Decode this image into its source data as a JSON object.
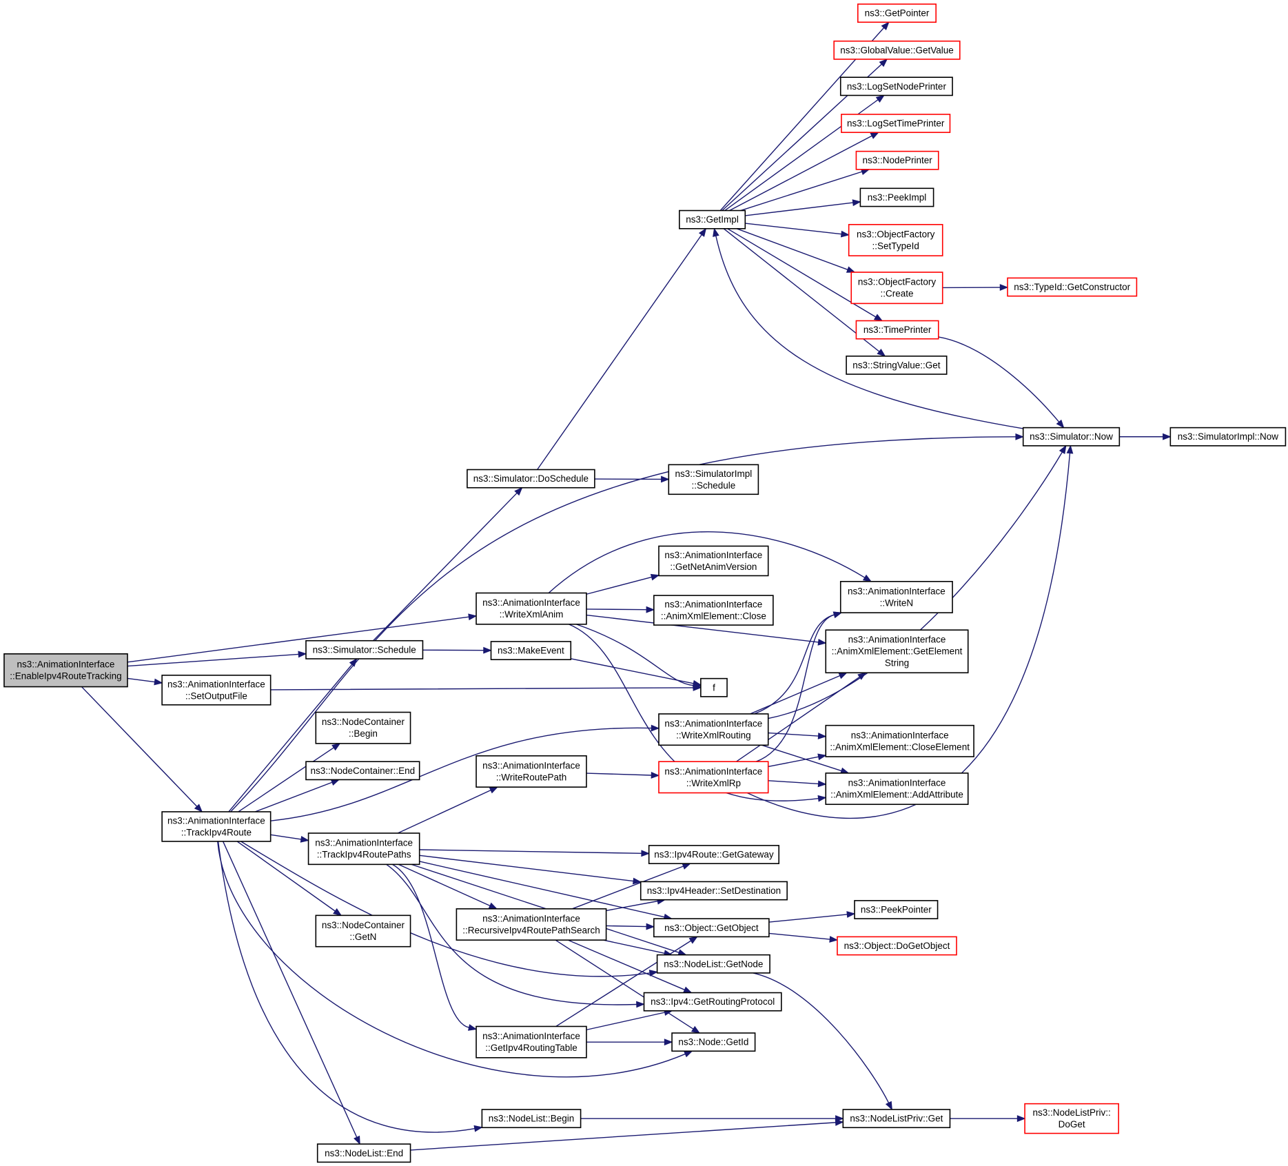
{
  "colors": {
    "edge": "#191970",
    "border_normal": "#000000",
    "border_truncated": "#ff0000",
    "root_fill": "#bfbfbf",
    "node_fill": "#ffffff"
  },
  "nodes": [
    {
      "id": "root",
      "lines": [
        "ns3::AnimationInterface",
        "::EnableIpv4RouteTracking"
      ],
      "style": "root"
    },
    {
      "id": "setOutputFile",
      "lines": [
        "ns3::AnimationInterface",
        "::SetOutputFile"
      ],
      "style": "normal"
    },
    {
      "id": "trackIpv4Route",
      "lines": [
        "ns3::AnimationInterface",
        "::TrackIpv4Route"
      ],
      "style": "normal"
    },
    {
      "id": "simSchedule",
      "lines": [
        "ns3::Simulator::Schedule"
      ],
      "style": "normal"
    },
    {
      "id": "writeXmlAnim",
      "lines": [
        "ns3::AnimationInterface",
        "::WriteXmlAnim"
      ],
      "style": "normal"
    },
    {
      "id": "doSchedule",
      "lines": [
        "ns3::Simulator::DoSchedule"
      ],
      "style": "normal"
    },
    {
      "id": "simImplSchedule",
      "lines": [
        "ns3::SimulatorImpl",
        "::Schedule"
      ],
      "style": "normal"
    },
    {
      "id": "getImpl",
      "lines": [
        "ns3::GetImpl"
      ],
      "style": "normal"
    },
    {
      "id": "getPointer",
      "lines": [
        "ns3::GetPointer"
      ],
      "style": "truncated"
    },
    {
      "id": "gvGetValue",
      "lines": [
        "ns3::GlobalValue::GetValue"
      ],
      "style": "truncated"
    },
    {
      "id": "logSetNodePrinter",
      "lines": [
        "ns3::LogSetNodePrinter"
      ],
      "style": "normal"
    },
    {
      "id": "logSetTimePrinter",
      "lines": [
        "ns3::LogSetTimePrinter"
      ],
      "style": "truncated"
    },
    {
      "id": "nodePrinter",
      "lines": [
        "ns3::NodePrinter"
      ],
      "style": "truncated"
    },
    {
      "id": "peekImpl",
      "lines": [
        "ns3::PeekImpl"
      ],
      "style": "normal"
    },
    {
      "id": "ofSetTypeId",
      "lines": [
        "ns3::ObjectFactory",
        "::SetTypeId"
      ],
      "style": "truncated"
    },
    {
      "id": "ofCreate",
      "lines": [
        "ns3::ObjectFactory",
        "::Create"
      ],
      "style": "truncated"
    },
    {
      "id": "typeIdGetCtor",
      "lines": [
        "ns3::TypeId::GetConstructor"
      ],
      "style": "truncated"
    },
    {
      "id": "timePrinter",
      "lines": [
        "ns3::TimePrinter"
      ],
      "style": "truncated"
    },
    {
      "id": "stringValueGet",
      "lines": [
        "ns3::StringValue::Get"
      ],
      "style": "normal"
    },
    {
      "id": "simNow",
      "lines": [
        "ns3::Simulator::Now"
      ],
      "style": "normal"
    },
    {
      "id": "simImplNow",
      "lines": [
        "ns3::SimulatorImpl::Now"
      ],
      "style": "normal"
    },
    {
      "id": "getNetAnimVersion",
      "lines": [
        "ns3::AnimationInterface",
        "::GetNetAnimVersion"
      ],
      "style": "normal"
    },
    {
      "id": "axeClose",
      "lines": [
        "ns3::AnimationInterface",
        "::AnimXmlElement::Close"
      ],
      "style": "normal"
    },
    {
      "id": "writeN",
      "lines": [
        "ns3::AnimationInterface",
        "::WriteN"
      ],
      "style": "normal"
    },
    {
      "id": "axeGetElementString",
      "lines": [
        "ns3::AnimationInterface",
        "::AnimXmlElement::GetElement",
        "String"
      ],
      "style": "normal"
    },
    {
      "id": "makeEvent",
      "lines": [
        "ns3::MakeEvent"
      ],
      "style": "normal"
    },
    {
      "id": "f",
      "lines": [
        "f"
      ],
      "style": "normal"
    },
    {
      "id": "ncBegin",
      "lines": [
        "ns3::NodeContainer",
        "::Begin"
      ],
      "style": "normal"
    },
    {
      "id": "ncEnd",
      "lines": [
        "ns3::NodeContainer::End"
      ],
      "style": "normal"
    },
    {
      "id": "writeXmlRouting",
      "lines": [
        "ns3::AnimationInterface",
        "::WriteXmlRouting"
      ],
      "style": "normal"
    },
    {
      "id": "axeCloseElement",
      "lines": [
        "ns3::AnimationInterface",
        "::AnimXmlElement::CloseElement"
      ],
      "style": "normal"
    },
    {
      "id": "writeRoutePath",
      "lines": [
        "ns3::AnimationInterface",
        "::WriteRoutePath"
      ],
      "style": "normal"
    },
    {
      "id": "writeXmlRp",
      "lines": [
        "ns3::AnimationInterface",
        "::WriteXmlRp"
      ],
      "style": "truncated"
    },
    {
      "id": "axeAddAttribute",
      "lines": [
        "ns3::AnimationInterface",
        "::AnimXmlElement::AddAttribute"
      ],
      "style": "normal"
    },
    {
      "id": "trackIpv4RoutePaths",
      "lines": [
        "ns3::AnimationInterface",
        "::TrackIpv4RoutePaths"
      ],
      "style": "normal"
    },
    {
      "id": "ipv4RouteGetGateway",
      "lines": [
        "ns3::Ipv4Route::GetGateway"
      ],
      "style": "normal"
    },
    {
      "id": "ipv4HeaderSetDest",
      "lines": [
        "ns3::Ipv4Header::SetDestination"
      ],
      "style": "normal"
    },
    {
      "id": "recursiveSearch",
      "lines": [
        "ns3::AnimationInterface",
        "::RecursiveIpv4RoutePathSearch"
      ],
      "style": "normal"
    },
    {
      "id": "objGetObject",
      "lines": [
        "ns3::Object::GetObject"
      ],
      "style": "normal"
    },
    {
      "id": "peekPointer",
      "lines": [
        "ns3::PeekPointer"
      ],
      "style": "normal"
    },
    {
      "id": "objDoGetObject",
      "lines": [
        "ns3::Object::DoGetObject"
      ],
      "style": "truncated"
    },
    {
      "id": "ncGetN",
      "lines": [
        "ns3::NodeContainer",
        "::GetN"
      ],
      "style": "normal"
    },
    {
      "id": "nodeListGetNode",
      "lines": [
        "ns3::NodeList::GetNode"
      ],
      "style": "normal"
    },
    {
      "id": "ipv4GetRoutingProtocol",
      "lines": [
        "ns3::Ipv4::GetRoutingProtocol"
      ],
      "style": "normal"
    },
    {
      "id": "getIpv4RoutingTable",
      "lines": [
        "ns3::AnimationInterface",
        "::GetIpv4RoutingTable"
      ],
      "style": "normal"
    },
    {
      "id": "nodeGetId",
      "lines": [
        "ns3::Node::GetId"
      ],
      "style": "normal"
    },
    {
      "id": "nodeListBegin",
      "lines": [
        "ns3::NodeList::Begin"
      ],
      "style": "normal"
    },
    {
      "id": "nodeListEnd",
      "lines": [
        "ns3::NodeList::End"
      ],
      "style": "normal"
    },
    {
      "id": "nodeListPrivGet",
      "lines": [
        "ns3::NodeListPriv::Get"
      ],
      "style": "normal"
    },
    {
      "id": "nodeListPrivDoGet",
      "lines": [
        "ns3::NodeListPriv::",
        "DoGet"
      ],
      "style": "truncated"
    }
  ],
  "edges": [
    [
      "root",
      "trackIpv4Route"
    ],
    [
      "root",
      "setOutputFile"
    ],
    [
      "root",
      "simSchedule"
    ],
    [
      "root",
      "writeXmlAnim"
    ],
    [
      "setOutputFile",
      "f"
    ],
    [
      "trackIpv4Route",
      "simNow"
    ],
    [
      "trackIpv4Route",
      "simSchedule"
    ],
    [
      "trackIpv4Route",
      "ncBegin"
    ],
    [
      "trackIpv4Route",
      "ncEnd"
    ],
    [
      "trackIpv4Route",
      "writeXmlRouting"
    ],
    [
      "trackIpv4Route",
      "trackIpv4RoutePaths"
    ],
    [
      "trackIpv4Route",
      "ncGetN"
    ],
    [
      "trackIpv4Route",
      "nodeListGetNode"
    ],
    [
      "trackIpv4Route",
      "nodeGetId"
    ],
    [
      "trackIpv4Route",
      "nodeListBegin"
    ],
    [
      "trackIpv4Route",
      "nodeListEnd"
    ],
    [
      "simSchedule",
      "doSchedule"
    ],
    [
      "simSchedule",
      "makeEvent"
    ],
    [
      "doSchedule",
      "getImpl"
    ],
    [
      "doSchedule",
      "simImplSchedule"
    ],
    [
      "makeEvent",
      "f"
    ],
    [
      "getImpl",
      "getPointer"
    ],
    [
      "getImpl",
      "gvGetValue"
    ],
    [
      "getImpl",
      "logSetNodePrinter"
    ],
    [
      "getImpl",
      "logSetTimePrinter"
    ],
    [
      "getImpl",
      "nodePrinter"
    ],
    [
      "getImpl",
      "peekImpl"
    ],
    [
      "getImpl",
      "ofSetTypeId"
    ],
    [
      "getImpl",
      "ofCreate"
    ],
    [
      "getImpl",
      "timePrinter"
    ],
    [
      "getImpl",
      "stringValueGet"
    ],
    [
      "ofCreate",
      "typeIdGetCtor"
    ],
    [
      "timePrinter",
      "simNow"
    ],
    [
      "simNow",
      "getImpl"
    ],
    [
      "simNow",
      "simImplNow"
    ],
    [
      "writeXmlAnim",
      "getNetAnimVersion"
    ],
    [
      "writeXmlAnim",
      "axeClose"
    ],
    [
      "writeXmlAnim",
      "writeN"
    ],
    [
      "writeXmlAnim",
      "axeGetElementString"
    ],
    [
      "writeXmlAnim",
      "f"
    ],
    [
      "writeXmlAnim",
      "axeAddAttribute"
    ],
    [
      "writeXmlRouting",
      "writeN"
    ],
    [
      "writeXmlRouting",
      "axeGetElementString"
    ],
    [
      "writeXmlRouting",
      "simNow"
    ],
    [
      "writeXmlRouting",
      "axeCloseElement"
    ],
    [
      "writeXmlRouting",
      "axeAddAttribute"
    ],
    [
      "writeRoutePath",
      "writeXmlRp"
    ],
    [
      "writeXmlRp",
      "writeN"
    ],
    [
      "writeXmlRp",
      "axeGetElementString"
    ],
    [
      "writeXmlRp",
      "axeCloseElement"
    ],
    [
      "writeXmlRp",
      "axeAddAttribute"
    ],
    [
      "writeXmlRp",
      "simNow"
    ],
    [
      "trackIpv4RoutePaths",
      "writeRoutePath"
    ],
    [
      "trackIpv4RoutePaths",
      "ipv4RouteGetGateway"
    ],
    [
      "trackIpv4RoutePaths",
      "ipv4HeaderSetDest"
    ],
    [
      "trackIpv4RoutePaths",
      "objGetObject"
    ],
    [
      "trackIpv4RoutePaths",
      "recursiveSearch"
    ],
    [
      "trackIpv4RoutePaths",
      "nodeListGetNode"
    ],
    [
      "trackIpv4RoutePaths",
      "ipv4GetRoutingProtocol"
    ],
    [
      "trackIpv4RoutePaths",
      "getIpv4RoutingTable"
    ],
    [
      "recursiveSearch",
      "ipv4RouteGetGateway"
    ],
    [
      "recursiveSearch",
      "ipv4HeaderSetDest"
    ],
    [
      "recursiveSearch",
      "objGetObject"
    ],
    [
      "recursiveSearch",
      "nodeListGetNode"
    ],
    [
      "recursiveSearch",
      "ipv4GetRoutingProtocol"
    ],
    [
      "recursiveSearch",
      "nodeGetId"
    ],
    [
      "objGetObject",
      "peekPointer"
    ],
    [
      "objGetObject",
      "objDoGetObject"
    ],
    [
      "nodeListGetNode",
      "nodeListPrivGet"
    ],
    [
      "getIpv4RoutingTable",
      "objGetObject"
    ],
    [
      "getIpv4RoutingTable",
      "ipv4GetRoutingProtocol"
    ],
    [
      "getIpv4RoutingTable",
      "nodeGetId"
    ],
    [
      "nodeListBegin",
      "nodeListPrivGet"
    ],
    [
      "nodeListEnd",
      "nodeListPrivGet"
    ],
    [
      "nodeListPrivGet",
      "nodeListPrivDoGet"
    ]
  ]
}
